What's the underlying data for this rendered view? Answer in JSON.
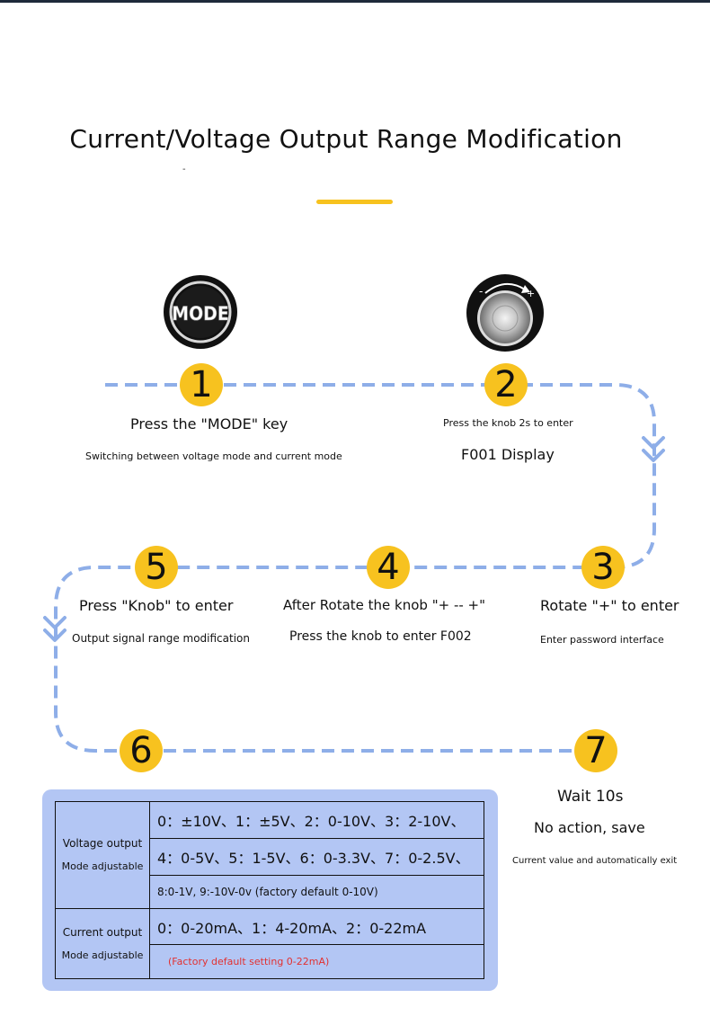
{
  "title": "Current/Voltage Output Range Modification",
  "title_mark": "-",
  "icons": {
    "mode_label": "MODE",
    "knob_minus": "-",
    "knob_plus": "+"
  },
  "colors": {
    "accent": "#f7c21f",
    "path": "#8eaee8",
    "panel": "#b3c6f4",
    "note": "#e23131"
  },
  "steps": [
    {
      "num": "1",
      "line1": "Press the \"MODE\" key",
      "line2": "Switching between voltage mode and current mode"
    },
    {
      "num": "2",
      "line1": "Press the knob 2s to enter",
      "line2": "F001 Display"
    },
    {
      "num": "3",
      "line1": "Rotate \"+\" to enter",
      "line2": "Enter password interface"
    },
    {
      "num": "4",
      "line1": "After Rotate the knob \"+ -- +\"",
      "line2": "Press the knob to enter F002"
    },
    {
      "num": "5",
      "line1": "Press \"Knob\" to enter",
      "line2": "Output signal range modification"
    },
    {
      "num": "6"
    },
    {
      "num": "7",
      "line1": "Wait 10s",
      "line2": "No action, save",
      "line3": "Current value and automatically exit"
    }
  ],
  "table": {
    "voltage_label": "Voltage output",
    "voltage_sub": "Mode adjustable",
    "voltage_rows": [
      "0：±10V、1：±5V、2：0-10V、3：2-10V、",
      "4：0-5V、5：1-5V、6：0-3.3V、7：0-2.5V、",
      "8:0-1V, 9:-10V-0v (factory default 0-10V)"
    ],
    "current_label": "Current output",
    "current_sub": "Mode adjustable",
    "current_rows": [
      "0：0-20mA、1：4-20mA、2：0-22mA",
      "(Factory default setting 0-22mA)"
    ]
  }
}
